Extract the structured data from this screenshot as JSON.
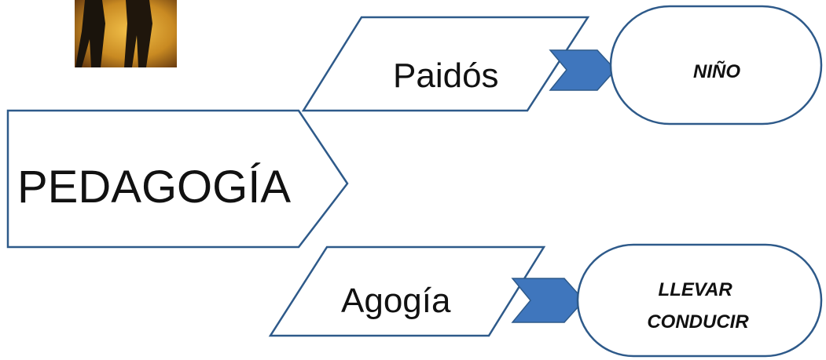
{
  "diagram": {
    "root": {
      "label": "PEDAGOGÍA"
    },
    "parts": [
      {
        "label": "Paidós",
        "meaning_lines": [
          "NIÑO"
        ]
      },
      {
        "label": "Agogía",
        "meaning_lines": [
          "LLEVAR",
          "CONDUCIR"
        ]
      }
    ],
    "colors": {
      "outline": "#2e5a8a",
      "arrow_fill": "#3f76bd"
    }
  }
}
